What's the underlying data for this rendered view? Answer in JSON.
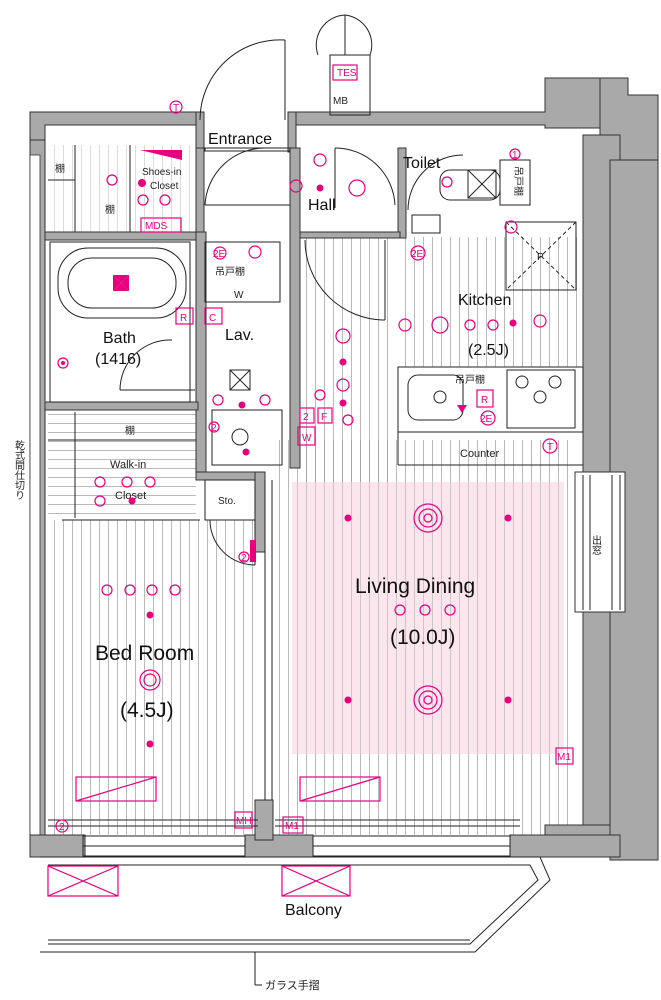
{
  "plan": {
    "rooms": {
      "entrance": "Entrance",
      "hall": "Hall",
      "toilet": "Toilet",
      "kitchen": "Kitchen",
      "kitchen_size": "(2.5J)",
      "bath": "Bath",
      "bath_size": "(1416)",
      "lav": "Lav.",
      "walkin_1": "Walk-in",
      "walkin_2": "Closet",
      "shoes_1": "Shoes-in",
      "shoes_2": "Closet",
      "sto": "Sto.",
      "living": "Living Dining",
      "living_size": "(10.0J)",
      "bedroom": "Bed Room",
      "bedroom_size": "(4.5J)",
      "balcony": "Balcony",
      "counter": "Counter"
    },
    "labels": {
      "tes": "TES",
      "mb": "MB",
      "mds": "MDS",
      "shelf": "棚",
      "hanging_shelf": "吊戸棚",
      "w": "W",
      "r": "R",
      "c": "C",
      "f": "F",
      "p": "P",
      "t": "T",
      "num_1": "1",
      "num_2": "2",
      "num_2e": "2E",
      "m1": "M1",
      "mh": "MH",
      "glass_rail": "ガラス手摺",
      "dry_partition": "乾式間仕切り",
      "out_window": "出窓"
    }
  }
}
